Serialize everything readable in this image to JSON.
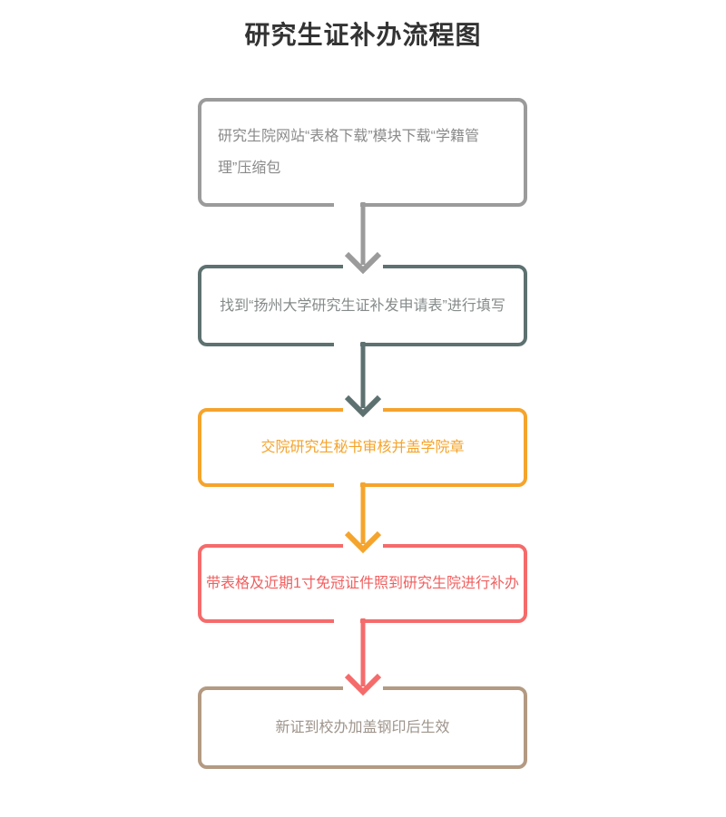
{
  "page": {
    "title": "研究生证补办流程图",
    "background_color": "#ffffff",
    "title_color": "#333333"
  },
  "flowchart": {
    "steps": [
      {
        "text": "研究生院网站“表格下载”模块下载“学籍管理”压缩包",
        "border_color": "#9b9b9b",
        "text_color": "#8a8a8a",
        "text_align": "left"
      },
      {
        "text": "找到“扬州大学研究生证补发申请表”进行填写",
        "border_color": "#5d7170",
        "text_color": "#858a8a",
        "text_align": "center"
      },
      {
        "text": "交院研究生秘书审核并盖学院章",
        "border_color": "#f5a42c",
        "text_color": "#f5a42c",
        "text_align": "center"
      },
      {
        "text": "带表格及近期1寸免冠证件照到研究生院进行补办",
        "border_color": "#f56b6b",
        "text_color": "#f25e5e",
        "text_align": "center"
      },
      {
        "text": "新证到校办加盖钢印后生效",
        "border_color": "#b39a82",
        "text_color": "#9e948b",
        "text_align": "center"
      }
    ],
    "connectors": [
      {
        "from_step": 1,
        "to_step": 2,
        "direction": "down",
        "color": "#9b9b9b"
      },
      {
        "from_step": 2,
        "to_step": 3,
        "direction": "down",
        "color": "#5d7170"
      },
      {
        "from_step": 3,
        "to_step": 4,
        "direction": "down",
        "color": "#f5a42c"
      },
      {
        "from_step": 4,
        "to_step": 5,
        "direction": "down",
        "color": "#f56b6b"
      }
    ]
  }
}
